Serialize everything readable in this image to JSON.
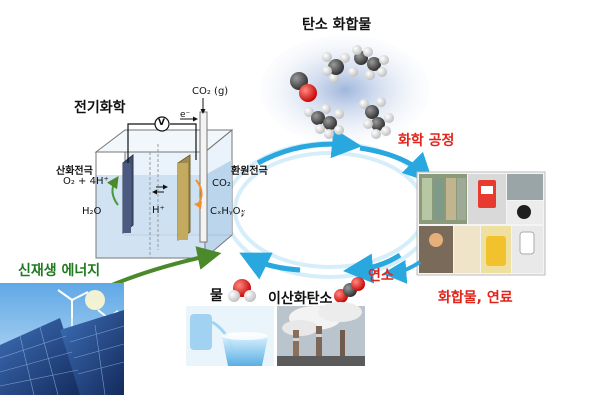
{
  "labels": {
    "carbon_compounds": "탄소 화합물",
    "electrochemistry": "전기화학",
    "chemical_process": "화학 공정",
    "oxidation_electrode": "산화전극",
    "reduction_electrode": "환원전극",
    "renewable_energy": "신재생 에너지",
    "water": "물",
    "carbon_dioxide": "이산화탄소",
    "combustion": "연소",
    "compounds_fuel": "화합물, 연료"
  },
  "cell": {
    "co2_gas": "CO₂ (g)",
    "electron": "e⁻",
    "voltmeter": "V",
    "anode_reaction": "O₂ + 4H⁺",
    "anode_reactant": "H₂O",
    "proton": "H⁺",
    "cathode_reactant": "CO₂",
    "cathode_product": "CₓHᵧO𝓏"
  },
  "colors": {
    "cycle_arrow": "#29a8e0",
    "red_label": "#e2231a",
    "green_label": "#1e7a1e",
    "energy_arrow": "#4a8a2a"
  }
}
